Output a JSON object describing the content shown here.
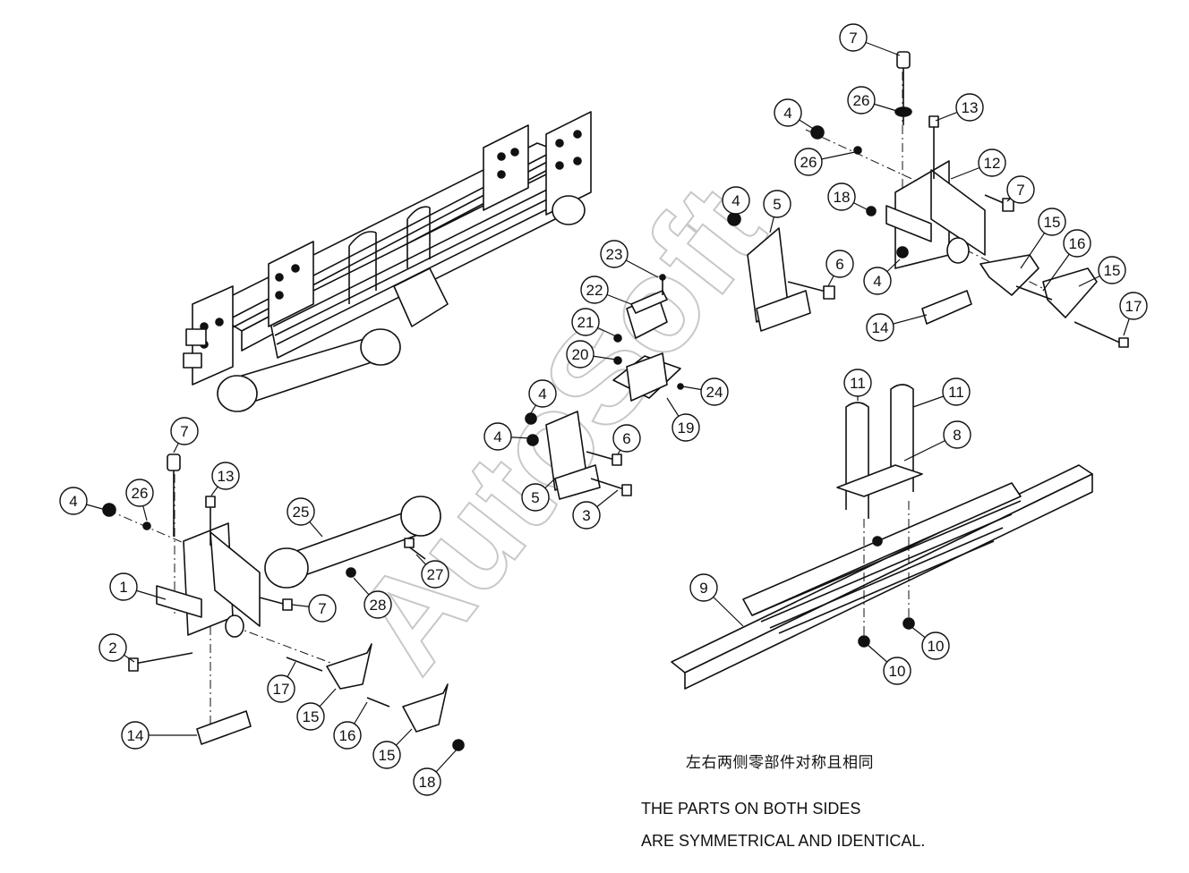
{
  "notes": {
    "chinese": "左右两侧零部件对称且相同",
    "english_line1": "THE PARTS ON BOTH SIDES",
    "english_line2": "ARE SYMMETRICAL AND IDENTICAL."
  },
  "watermark": "AutoSoft",
  "callouts": {
    "right_bracket_group": [
      "7",
      "26",
      "13",
      "4",
      "26",
      "12",
      "18",
      "7",
      "4",
      "5",
      "6",
      "15",
      "16",
      "15",
      "4",
      "14",
      "17"
    ],
    "center_group": [
      "23",
      "22",
      "21",
      "20",
      "24",
      "19",
      "4",
      "4",
      "6",
      "5",
      "3"
    ],
    "left_group": [
      "7",
      "13",
      "4",
      "26",
      "25",
      "1",
      "7",
      "27",
      "28",
      "2",
      "17",
      "15",
      "16",
      "14",
      "15",
      "18"
    ],
    "spring_group": [
      "11",
      "11",
      "8",
      "9",
      "10",
      "10"
    ]
  }
}
